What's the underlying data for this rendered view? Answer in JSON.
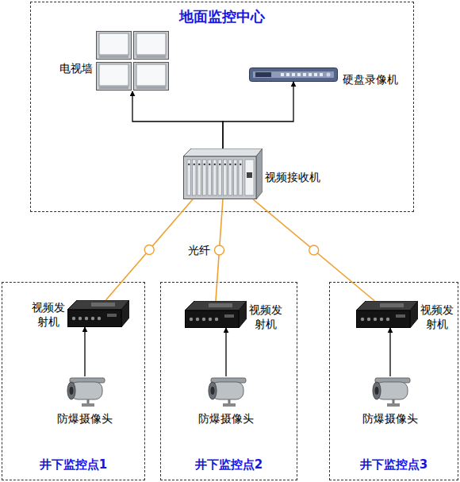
{
  "diagram": {
    "nodes": [
      {
        "text": [
          "地面监控中心"
        ]
      },
      {
        "text": [
          "电视墙"
        ],
        "in": 0
      },
      {
        "text": [
          "硬盘录像机"
        ],
        "in": 0
      },
      {
        "text": [
          "视频接收机"
        ],
        "in": 0
      },
      {
        "text": [
          "井下监控点1"
        ]
      },
      {
        "text": [
          "视频发射机"
        ],
        "in": 4
      },
      {
        "text": [
          "防爆摄像头"
        ],
        "in": 4
      },
      {
        "text": [
          "井下监控点2"
        ]
      },
      {
        "text": [
          "视频发射机"
        ],
        "in": 7
      },
      {
        "text": [
          "防爆摄像头"
        ],
        "in": 7
      },
      {
        "text": [
          "井下监控点3"
        ]
      },
      {
        "text": [
          "视频发射机"
        ],
        "in": 10
      },
      {
        "text": [
          "防爆摄像头"
        ],
        "in": 10
      }
    ],
    "edges": [
      {
        "from": 3,
        "to": 1,
        "arrow": "to"
      },
      {
        "from": 3,
        "to": 2,
        "arrow": "to"
      },
      {
        "from": 6,
        "to": 5,
        "arrow": "to"
      },
      {
        "from": 5,
        "to": 3,
        "arrow": "none"
      },
      {
        "from": 9,
        "to": 8,
        "arrow": "to"
      },
      {
        "from": 8,
        "to": 3,
        "arrow": "none",
        "label": "光纤"
      },
      {
        "from": 12,
        "to": 11,
        "arrow": "to"
      },
      {
        "from": 11,
        "to": 3,
        "arrow": "none"
      }
    ]
  }
}
